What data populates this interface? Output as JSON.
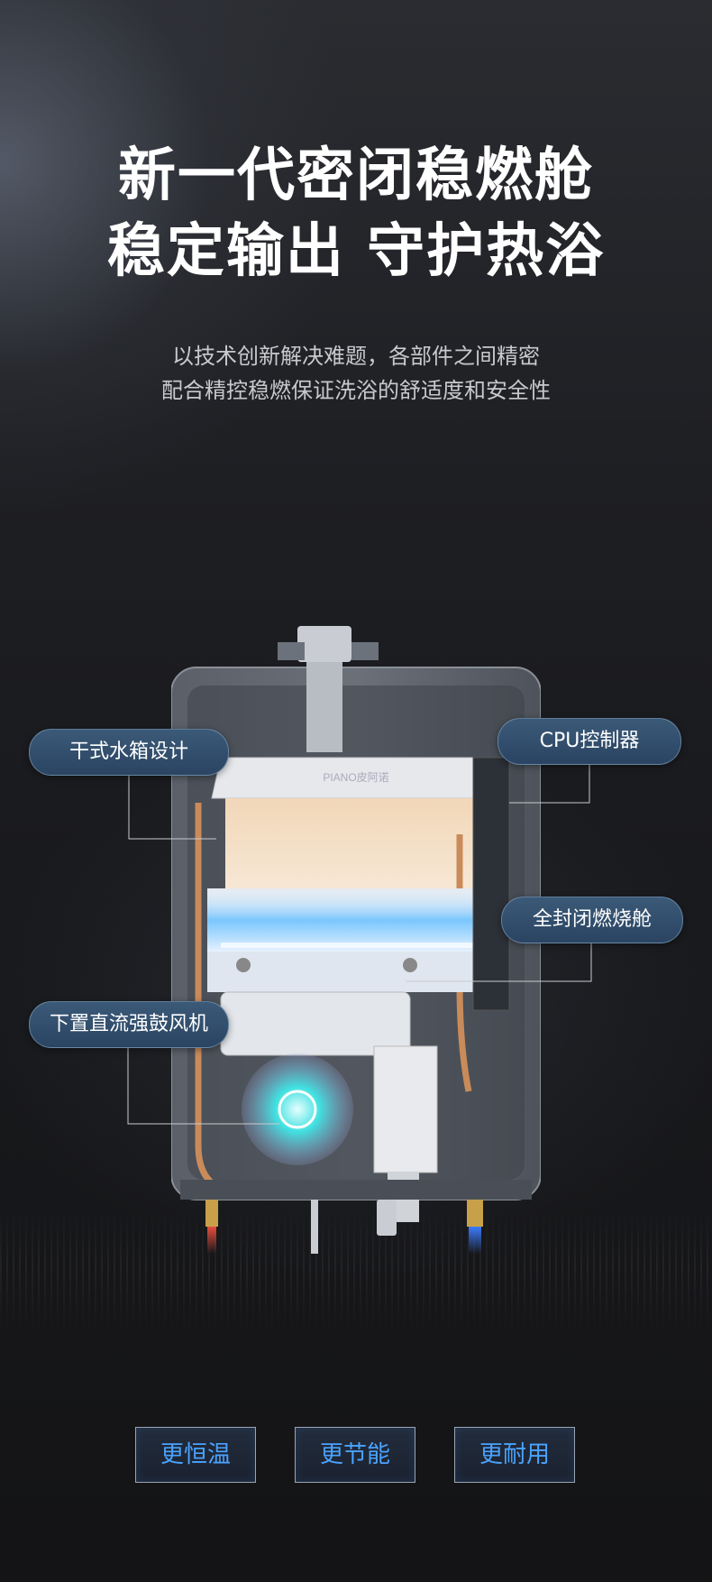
{
  "headline": {
    "line1": "新一代密闭稳燃舱",
    "line2": "稳定输出 守护热浴"
  },
  "subtitle": {
    "line1": "以技术创新解决难题，各部件之间精密",
    "line2": "配合精控稳燃保证洗浴的舒适度和安全性"
  },
  "product": {
    "brand_text": "PIANO皮阿诺"
  },
  "callouts": {
    "dry_tank": "干式水箱设计",
    "cpu": "CPU控制器",
    "sealed_chamber": "全封闭燃烧舱",
    "fan": "下置直流强鼓风机"
  },
  "features": [
    "更恒温",
    "更节能",
    "更耐用"
  ],
  "colors": {
    "accent_blue": "#4aa3ff",
    "label_bg": "#2e4a68",
    "hot_pipe": "#c0392b",
    "cold_pipe": "#2f6bd8"
  }
}
